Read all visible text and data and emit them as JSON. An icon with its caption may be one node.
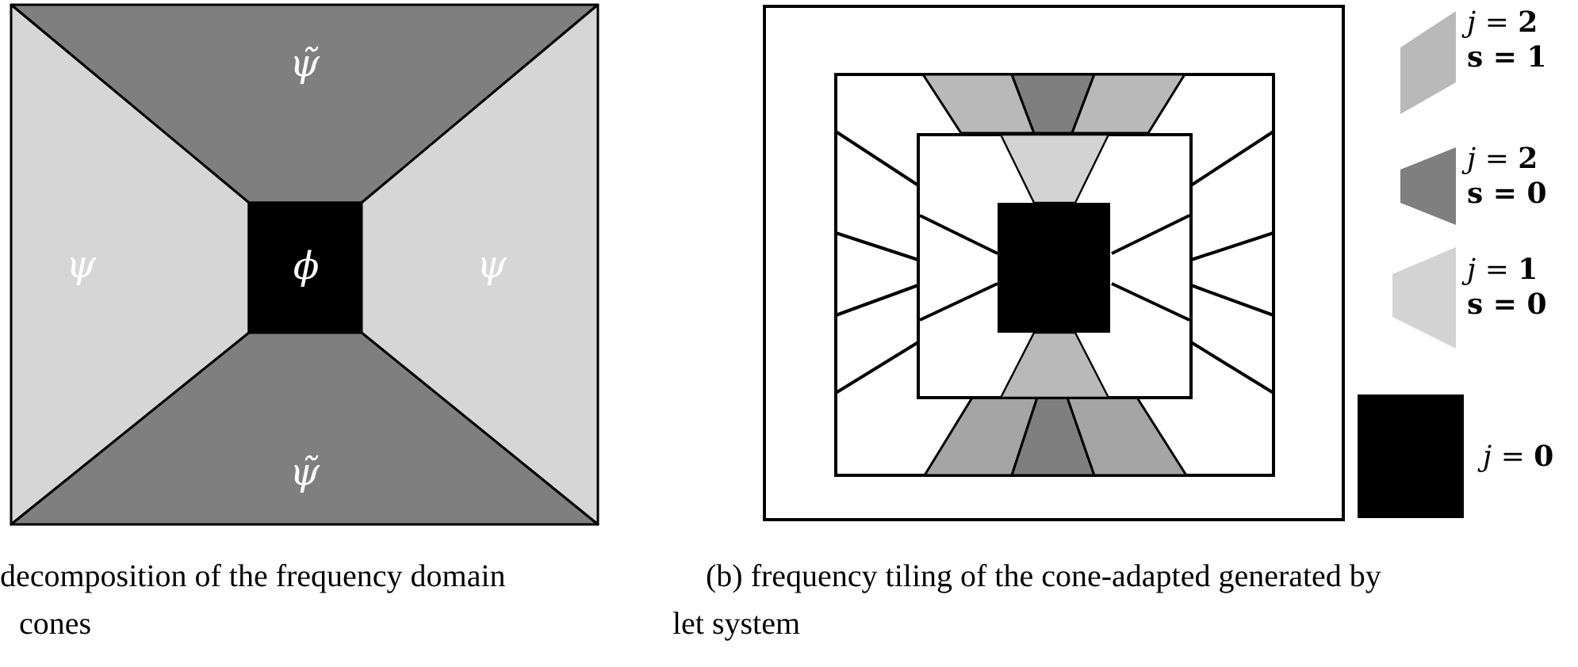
{
  "diagram": {
    "nodes": [
      {
        "text": [
          "ψ̃"
        ]
      },
      {
        "text": [
          "ψ"
        ]
      },
      {
        "text": [
          "ϕ"
        ]
      },
      {
        "text": [
          "ψ"
        ]
      },
      {
        "text": [
          "ψ̃"
        ]
      }
    ],
    "labels": [
      "decomposition of the frequency domain",
      "(b) frequency tiling of the cone-adapted generated by",
      "cones",
      "let system"
    ],
    "legend": [
      {
        "text": "*j* = **2** **s = 1**",
        "color": "#b9b9b9"
      },
      {
        "text": "*j* = **2** **s = 0**",
        "color": "#7f7f7f"
      },
      {
        "text": "*j* = **1** **s = 0**",
        "color": "#d3d3d3"
      },
      {
        "text": "*j* = **0**",
        "color": "#000000"
      }
    ]
  }
}
